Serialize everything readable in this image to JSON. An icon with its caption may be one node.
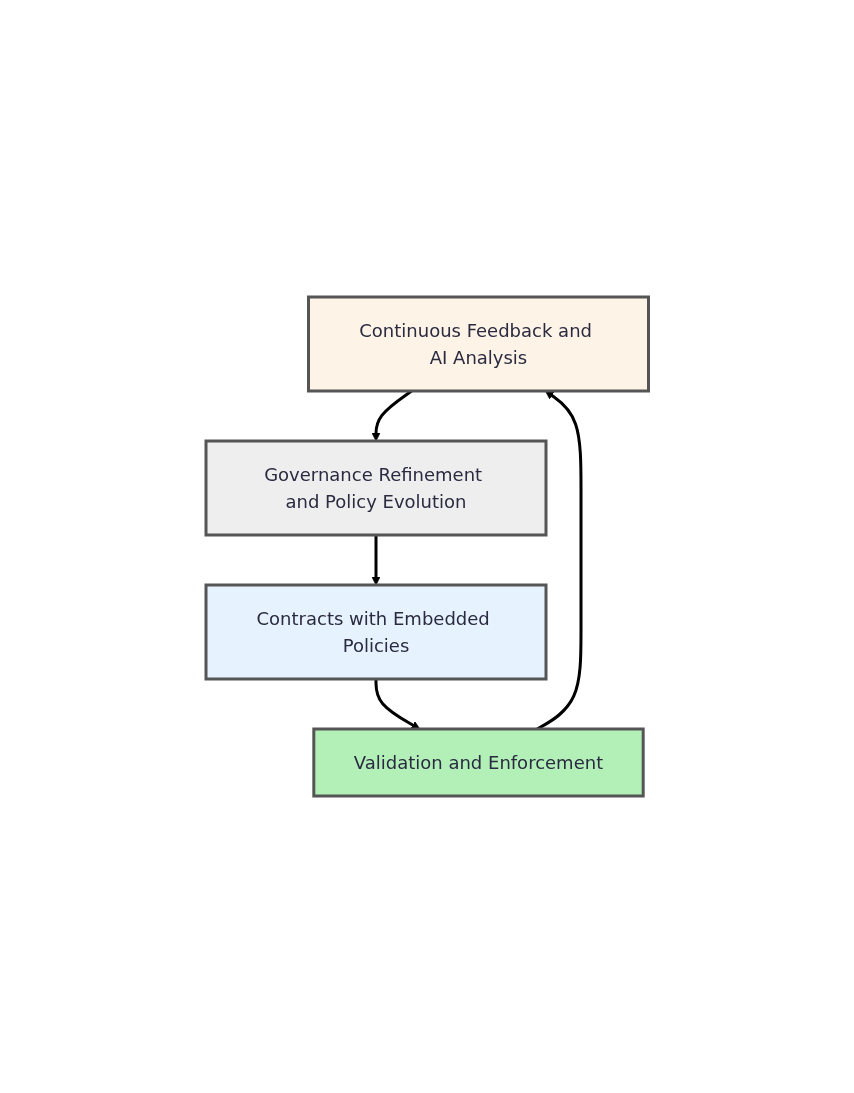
{
  "diagram": {
    "nodes": [
      {
        "text": [
          "Continuous Feedback and AI Analysis"
        ]
      },
      {
        "text": [
          "Governance Refinement and Policy Evolution"
        ]
      },
      {
        "text": [
          "Contracts with Embedded Policies"
        ]
      },
      {
        "text": [
          "Validation and Enforcement"
        ]
      }
    ],
    "edges": [
      {
        "from": 0,
        "to": 1,
        "arrow": "to"
      },
      {
        "from": 1,
        "to": 2,
        "arrow": "to"
      },
      {
        "from": 2,
        "to": 3,
        "arrow": "to"
      },
      {
        "from": 3,
        "to": 0,
        "arrow": "to"
      }
    ]
  }
}
